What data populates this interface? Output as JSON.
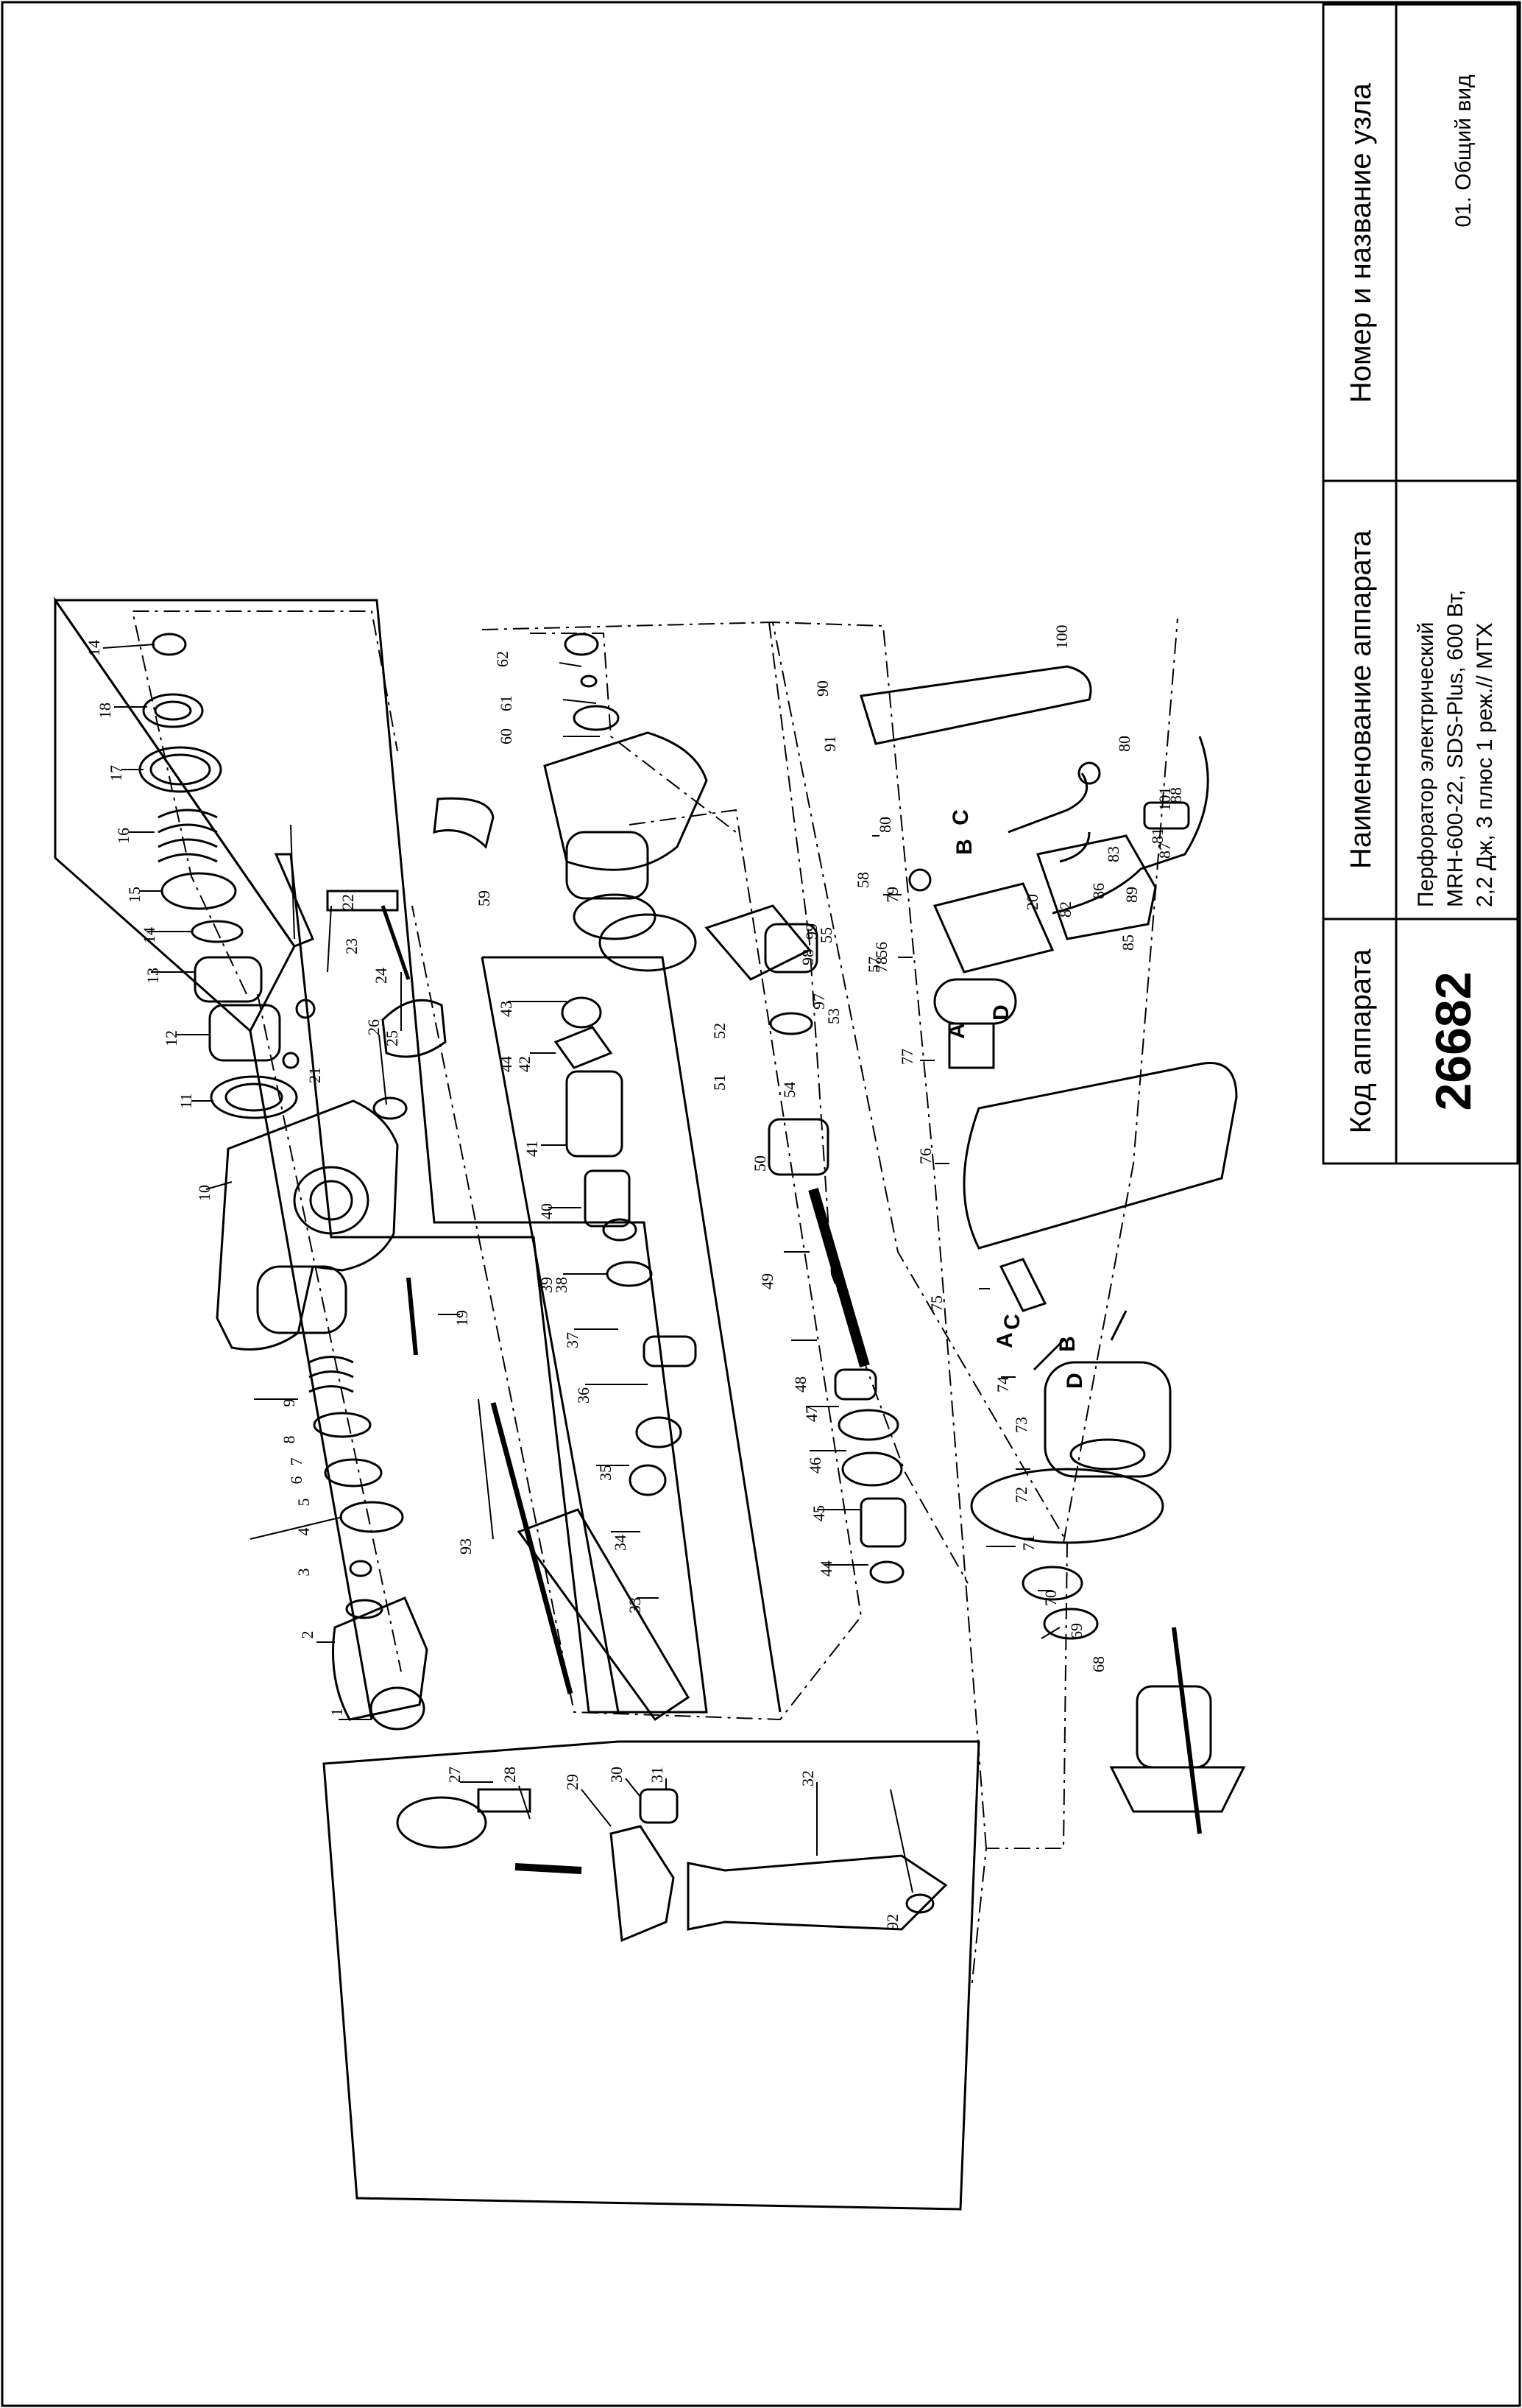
{
  "title_block": {
    "code_header": "Код аппарата",
    "code_value": "26682",
    "name_header": "Наименование аппарата",
    "name_lines": [
      "Перфоратор электрический",
      "MRH-600-22, SDS-Plus, 600 Вт,",
      "2,2 Дж, 3 плюс 1 реж.// MTX"
    ],
    "unit_header": "Номер и название узла",
    "unit_value": "01. Общий вид"
  },
  "diagram": {
    "callouts": [
      "1",
      "2",
      "3",
      "4",
      "5",
      "6",
      "7",
      "8",
      "9",
      "10",
      "11",
      "12",
      "13",
      "14",
      "14",
      "15",
      "16",
      "17",
      "18",
      "19",
      "20",
      "21",
      "22",
      "23",
      "24",
      "25",
      "26",
      "27",
      "28",
      "29",
      "30",
      "31",
      "32",
      "33",
      "34",
      "35",
      "36",
      "37",
      "38",
      "39",
      "40",
      "41",
      "42",
      "43",
      "44",
      "44",
      "45",
      "46",
      "47",
      "48",
      "49",
      "50",
      "51",
      "52",
      "53",
      "54",
      "55",
      "56",
      "57",
      "58",
      "59",
      "60",
      "61",
      "62",
      "68",
      "69",
      "70",
      "71",
      "72",
      "73",
      "74",
      "75",
      "76",
      "77",
      "78",
      "79",
      "80",
      "80",
      "81",
      "82",
      "83",
      "85",
      "86",
      "87",
      "88",
      "89",
      "90",
      "91",
      "92",
      "93",
      "97",
      "98",
      "99",
      "100",
      "101"
    ],
    "wire_letters": [
      "A",
      "C",
      "B",
      "D",
      "B",
      "C",
      "A",
      "D"
    ]
  }
}
